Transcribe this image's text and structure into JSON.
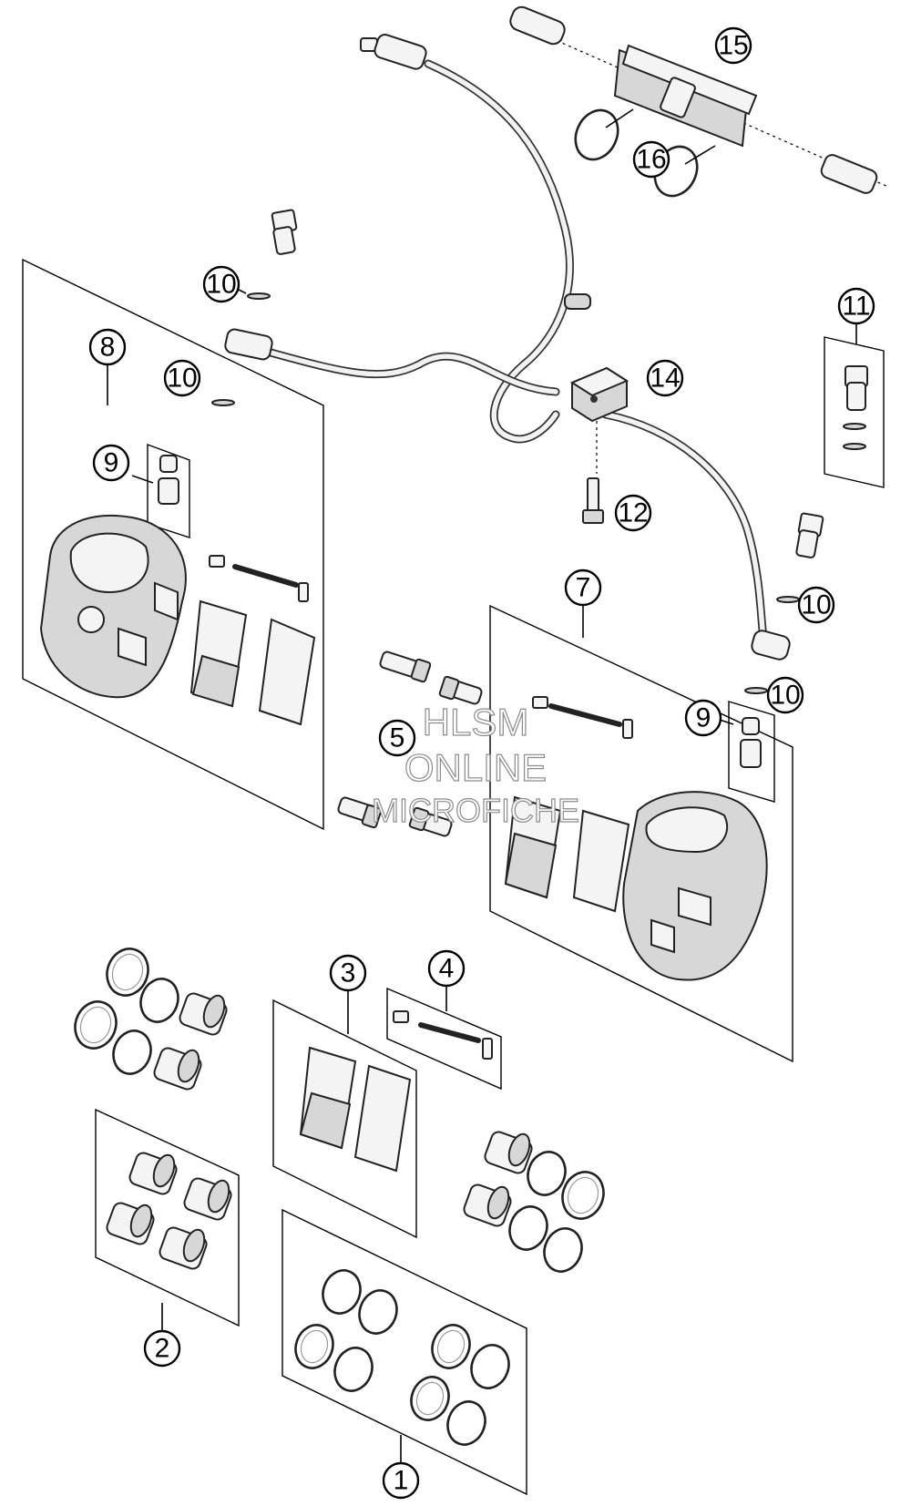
{
  "diagram": {
    "callouts": [
      "1",
      "2",
      "3",
      "4",
      "5",
      "7",
      "8",
      "9",
      "9",
      "10",
      "10",
      "10",
      "10",
      "11",
      "12",
      "14",
      "15",
      "16"
    ]
  },
  "watermark": {
    "line1": "HLSM",
    "line2": "ONLINE",
    "line3": "MICROFICHE"
  }
}
